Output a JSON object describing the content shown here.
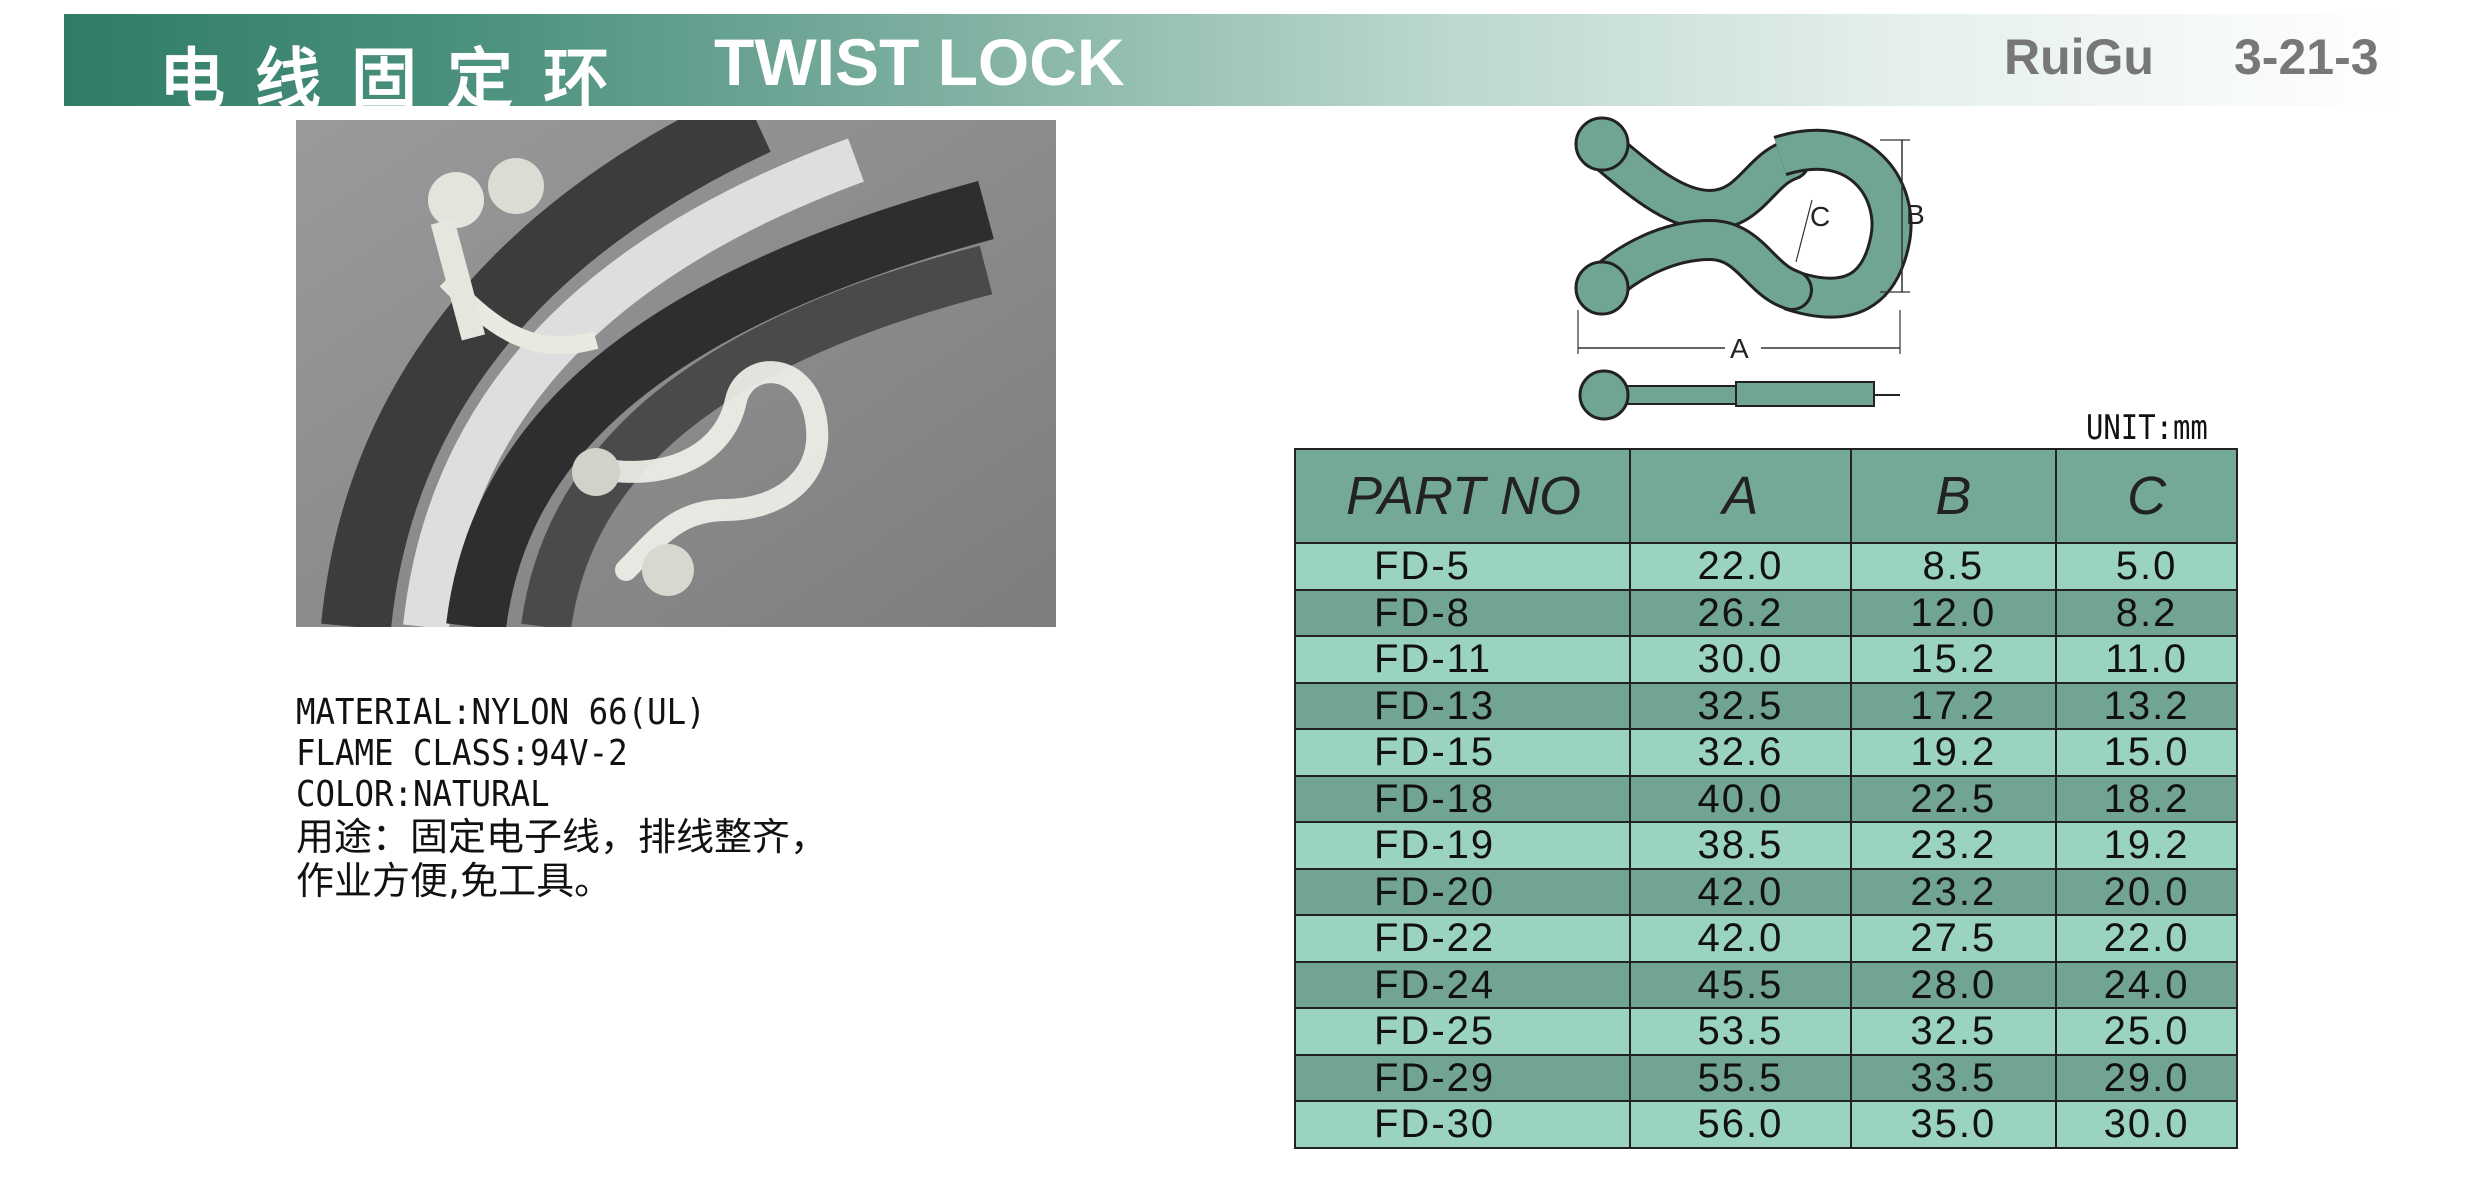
{
  "header": {
    "title_cn": "电线固定环",
    "title_en": "TWIST LOCK",
    "brand": "RuiGu",
    "page_no": "3-21-3"
  },
  "specs": {
    "material": "MATERIAL:NYLON 66(UL)",
    "flame_class": "FLAME CLASS:94V-2",
    "color": "COLOR:NATURAL",
    "usage_line1": "用途：固定电子线，排线整齐，",
    "usage_line2": "作业方便,免工具。"
  },
  "diagram": {
    "label_a": "A",
    "label_b": "B",
    "label_c": "C",
    "fill_color": "#6fa592"
  },
  "unit": "UNIT:mm",
  "table": {
    "headers": [
      "PART NO",
      "A",
      "B",
      "C"
    ],
    "rows": [
      [
        "FD-5",
        "22.0",
        "8.5",
        "5.0"
      ],
      [
        "FD-8",
        "26.2",
        "12.0",
        "8.2"
      ],
      [
        "FD-11",
        "30.0",
        "15.2",
        "11.0"
      ],
      [
        "FD-13",
        "32.5",
        "17.2",
        "13.2"
      ],
      [
        "FD-15",
        "32.6",
        "19.2",
        "15.0"
      ],
      [
        "FD-18",
        "40.0",
        "22.5",
        "18.2"
      ],
      [
        "FD-19",
        "38.5",
        "23.2",
        "19.2"
      ],
      [
        "FD-20",
        "42.0",
        "23.2",
        "20.0"
      ],
      [
        "FD-22",
        "42.0",
        "27.5",
        "22.0"
      ],
      [
        "FD-24",
        "45.5",
        "28.0",
        "24.0"
      ],
      [
        "FD-25",
        "53.5",
        "32.5",
        "25.0"
      ],
      [
        "FD-29",
        "55.5",
        "33.5",
        "29.0"
      ],
      [
        "FD-30",
        "56.0",
        "35.0",
        "30.0"
      ]
    ],
    "row_colors": {
      "light": "#9bd3c1",
      "dark": "#72a493",
      "header": "#74a898"
    }
  },
  "colors": {
    "header_green": "#2f7c67",
    "brand_gray": "#777777"
  }
}
